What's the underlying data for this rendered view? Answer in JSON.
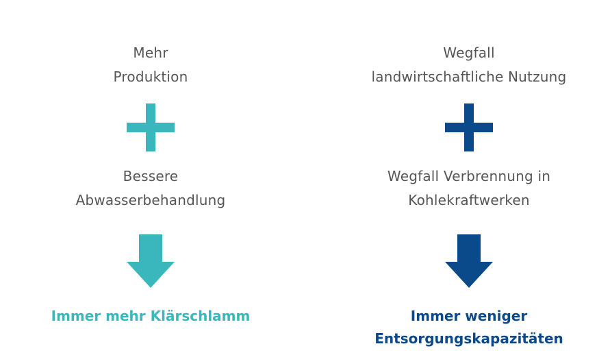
{
  "colors": {
    "teal": "#3ab7bd",
    "navy": "#0b4a8a",
    "text": "#555555"
  },
  "left": {
    "top_line1": "Mehr",
    "top_line2": "Produktion",
    "plus_icon": "plus-icon",
    "mid_line1": "Bessere",
    "mid_line2": "Abwasserbehandlung",
    "arrow_icon": "arrow-down-icon",
    "result_line1": "Immer mehr Klärschlamm"
  },
  "right": {
    "top_line1": "Wegfall",
    "top_line2": "landwirtschaftliche Nutzung",
    "plus_icon": "plus-icon",
    "mid_line1": "Wegfall Verbrennung in",
    "mid_line2": "Kohlekraftwerken",
    "arrow_icon": "arrow-down-icon",
    "result_line1": "Immer weniger",
    "result_line2": "Entsorgungskapazitäten"
  }
}
